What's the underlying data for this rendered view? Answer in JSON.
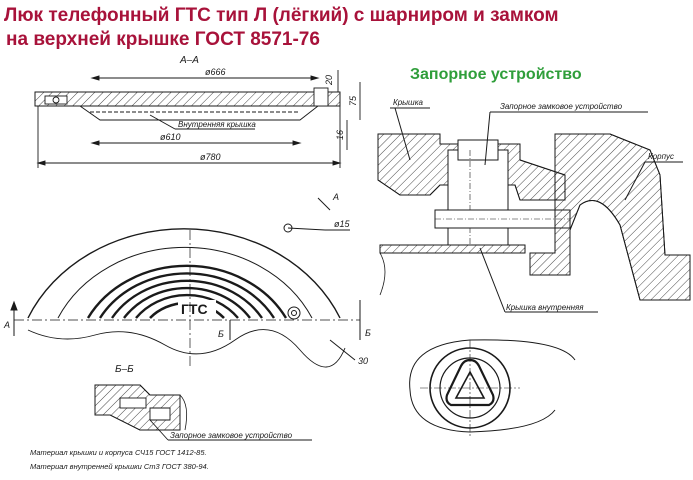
{
  "title": {
    "line1": "Люк телефонный ГТС тип Л (лёгкий) с шарниром и замком",
    "line2": "на верхней крышке ГОСТ 8571-76"
  },
  "lock_heading": "Запорное устройство",
  "section_top": {
    "label": "А–А",
    "d666": "ø666",
    "d610": "ø610",
    "d780": "ø780",
    "inner_cover": "Внутренняя крышка",
    "h20": "20",
    "h75": "75",
    "h16": "16"
  },
  "plan": {
    "marking": "ГТС",
    "arrow_a": "А",
    "arrow_b": "Б",
    "hole": "ø15",
    "angle": "30"
  },
  "section_bottom": {
    "label": "Б–Б",
    "lock_device": "Запорное замковое устройство"
  },
  "detail": {
    "cover": "Крышка",
    "lock_device": "Запорное замковое устройство",
    "body": "Корпус",
    "inner_cover": "Крышка внутренняя"
  },
  "notes": {
    "line1": "Материал крышки и корпуса СЧ15 ГОСТ 1412-85.",
    "line2": "Материал внутренней крышки Ст3 ГОСТ 380-94."
  },
  "colors": {
    "title": "#a8123a",
    "heading": "#2f9e3a",
    "ink": "#1a1a1a"
  }
}
